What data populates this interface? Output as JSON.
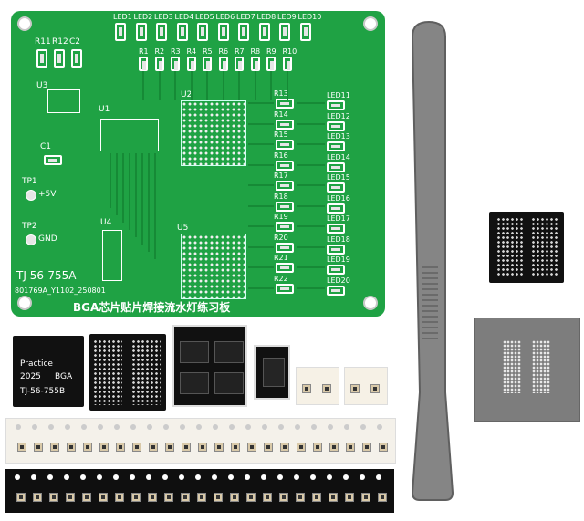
{
  "board": {
    "led_top_labels": [
      "LED1",
      "LED2",
      "LED3",
      "LED4",
      "LED5",
      "LED6",
      "LED7",
      "LED8",
      "LED9",
      "LED10"
    ],
    "res_top_labels": [
      "R1",
      "R2",
      "R3",
      "R4",
      "R5",
      "R6",
      "R7",
      "R8",
      "R9",
      "R10"
    ],
    "res_side_labels": [
      "R13",
      "R14",
      "R15",
      "R16",
      "R17",
      "R18",
      "R19",
      "R20",
      "R21",
      "R22"
    ],
    "led_side_labels": [
      "LED11",
      "LED12",
      "LED13",
      "LED14",
      "LED15",
      "LED16",
      "LED17",
      "LED18",
      "LED19",
      "LED20"
    ],
    "labels": {
      "r11": "R11",
      "r12": "R12",
      "c2": "C2",
      "u3": "U3",
      "c1": "C1",
      "u1": "U1",
      "u2": "U2",
      "u4": "U4",
      "u5": "U5",
      "tp1": "TP1",
      "plus5v": "+5V",
      "tp2": "TP2",
      "gnd": "GND"
    },
    "model": "TJ-56-755A",
    "serial": "801769A_Y1102_250801",
    "title": "BGA芯片贴片焊接流水灯练习板"
  },
  "practice_chip": {
    "line1": "Practice",
    "line2_year": "2025",
    "line2_tag": "BGA",
    "line3": "TJ-56-755B"
  },
  "colors": {
    "pcb_green": "#1fa244",
    "chip_black": "#111111",
    "stencil_gray": "#7d7d7d",
    "tweezer_gray": "#858585"
  }
}
